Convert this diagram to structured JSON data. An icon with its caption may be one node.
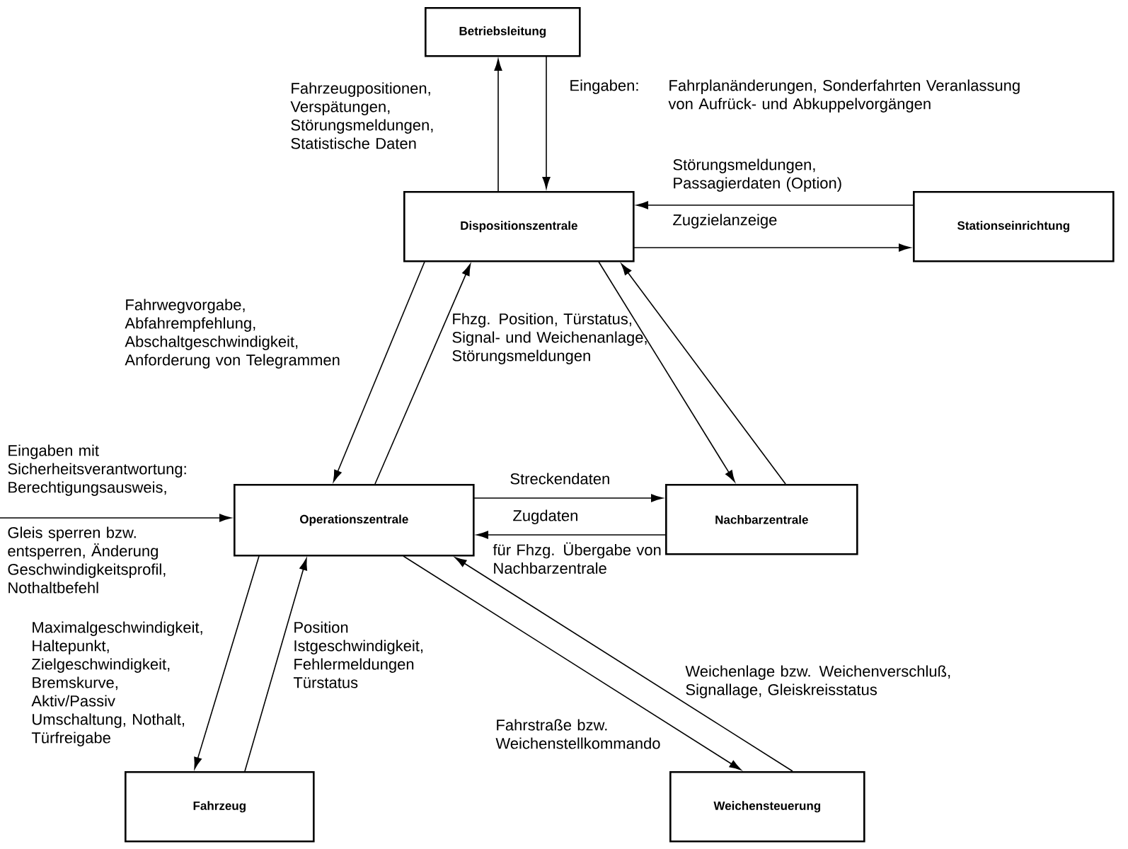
{
  "diagram": {
    "nodes": [
      {
        "text": [
          "Betriebsleitung"
        ]
      },
      {
        "text": [
          "Dispositionszentrale"
        ]
      },
      {
        "text": [
          "Stationseinrichtung"
        ]
      },
      {
        "text": [
          "Operationszentrale"
        ]
      },
      {
        "text": [
          "Nachbarzentrale"
        ]
      },
      {
        "text": [
          "Fahrzeug"
        ]
      },
      {
        "text": [
          "Weichensteuerung"
        ]
      }
    ],
    "edges": [
      {
        "from": 1,
        "to": 0,
        "arrow": "to",
        "label": "Fahrzeugpositionen, Verspätungen, Störungsmeldungen, Statistische Daten"
      },
      {
        "from": 0,
        "to": 1,
        "arrow": "to",
        "label": "Eingaben:"
      },
      {
        "from": 2,
        "to": 1,
        "arrow": "to",
        "label": "Störungsmeldungen, Passagierdaten (Option)"
      },
      {
        "from": 1,
        "to": 2,
        "arrow": "to",
        "label": "Zugzielanzeige"
      },
      {
        "from": 1,
        "to": 3,
        "arrow": "to",
        "label": "Fahrwegvorgabe, Abfahrempfehlung, Abschaltgeschwindigkeit, Anforderung von Telegrammen"
      },
      {
        "from": 3,
        "to": 1,
        "arrow": "to",
        "label": "Fhzg. Position, Türstatus, Signal- und Weichenanlage, Störungsmeldungen"
      },
      {
        "from": 1,
        "to": 4,
        "arrow": "to"
      },
      {
        "from": 4,
        "to": 1,
        "arrow": "to"
      },
      {
        "from": 3,
        "to": 4,
        "arrow": "to",
        "label": "Streckendaten"
      },
      {
        "from": 4,
        "to": 3,
        "arrow": "to",
        "label": "Zugdaten"
      },
      {
        "from": null,
        "to": 3,
        "arrow": "to",
        "label": "Eingaben mit Sicherheitsverantwortung: Berechtigungsausweis,"
      },
      {
        "from": 3,
        "to": 5,
        "arrow": "to",
        "label": "Maximalgeschwindigkeit, Haltepunkt, Zielgeschwindigkeit, Bremskurve, Aktiv/Passiv Umschaltung, Nothalt, Türfreigabe"
      },
      {
        "from": 5,
        "to": 3,
        "arrow": "to",
        "label": "Position Istgeschwindigkeit, Fehlermeldungen Türstatus"
      },
      {
        "from": 3,
        "to": 6,
        "arrow": "to",
        "label": "Fahrstraße bzw. Weichenstellkommando"
      },
      {
        "from": 6,
        "to": 3,
        "arrow": "to",
        "label": "Weichenlage bzw. Weichenverschluß, Signallage, Gleiskreisstatus"
      }
    ],
    "labels": [
      "Fahrplanänderungen, Sonderfahrten Veranlassung von Aufrück- und Abkuppelvorgängen",
      "für Fhzg. Übergabe von Nachbarzentrale",
      "Gleis sperren bzw. entsperren, Änderung Geschwindigkeitsprofil, Nothaltbefehl"
    ]
  }
}
